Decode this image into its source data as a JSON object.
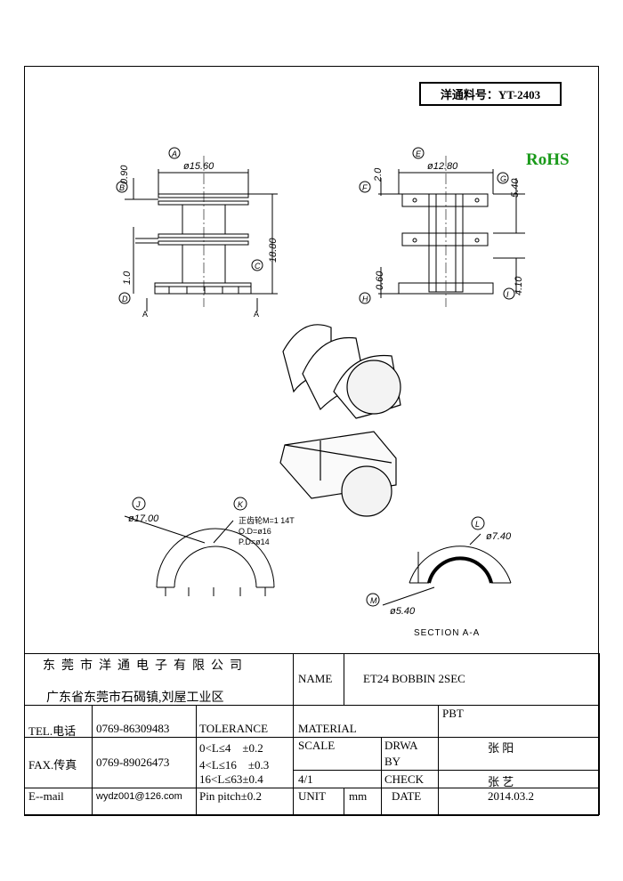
{
  "header": {
    "part_number": "洋通料号：YT-2403",
    "rohs": "RoHS"
  },
  "drawing": {
    "front_view": {
      "dim_top": "ø15.60",
      "dim_flange": "0.90",
      "dim_gap": "1.0",
      "dim_height": "18.80",
      "labels": [
        "A",
        "B",
        "C",
        "D"
      ],
      "section_marks": [
        "A",
        "A"
      ]
    },
    "side_view": {
      "dim_top": "ø12.80",
      "dim_f": "2.0",
      "dim_g": "5.40",
      "dim_h": "0.60",
      "dim_i": "4.10",
      "labels": [
        "E",
        "F",
        "G",
        "H",
        "I"
      ]
    },
    "gear_view": {
      "label_j": "J",
      "label_k": "K",
      "outer_dia": "ø17.00",
      "note_1": "正齿轮M=1 14T",
      "note_2": "O.D=ø16",
      "note_3": "P.D=ø14"
    },
    "section_view": {
      "label_l": "L",
      "label_m": "M",
      "dim_l": "ø7.40",
      "dim_m": "ø5.40",
      "caption": "SECTION A-A"
    }
  },
  "title_block": {
    "company_name": "东莞市洋通电子有限公司",
    "company_address": "广东省东莞市石碣镇,刘屋工业区",
    "name_label": "NAME",
    "name_value": "ET24 BOBBIN 2SEC",
    "tel_label": "TEL.电话",
    "tel_value": "0769-86309483",
    "fax_label": "FAX.传真",
    "fax_value": "0769-89026473",
    "email_label": "E--mail",
    "email_value": "wydz001@126.com",
    "tolerance_label": "TOLERANCE",
    "tolerance_rows": [
      "0<L≤4　±0.2",
      "4<L≤16　±0.3",
      "16<L≤63±0.4",
      "Pin pitch±0.2"
    ],
    "material_label": "MATERIAL",
    "material_value": "PBT",
    "scale_label": "SCALE",
    "scale_value": "4/1",
    "drawn_by_label_1": "DRWA",
    "drawn_by_label_2": "BY",
    "drawn_by_value": "张 阳",
    "check_label": "CHECK",
    "check_value": "张 艺",
    "unit_label": "UNIT",
    "unit_value": "mm",
    "date_label": "DATE",
    "date_value": "2014.03.2"
  }
}
